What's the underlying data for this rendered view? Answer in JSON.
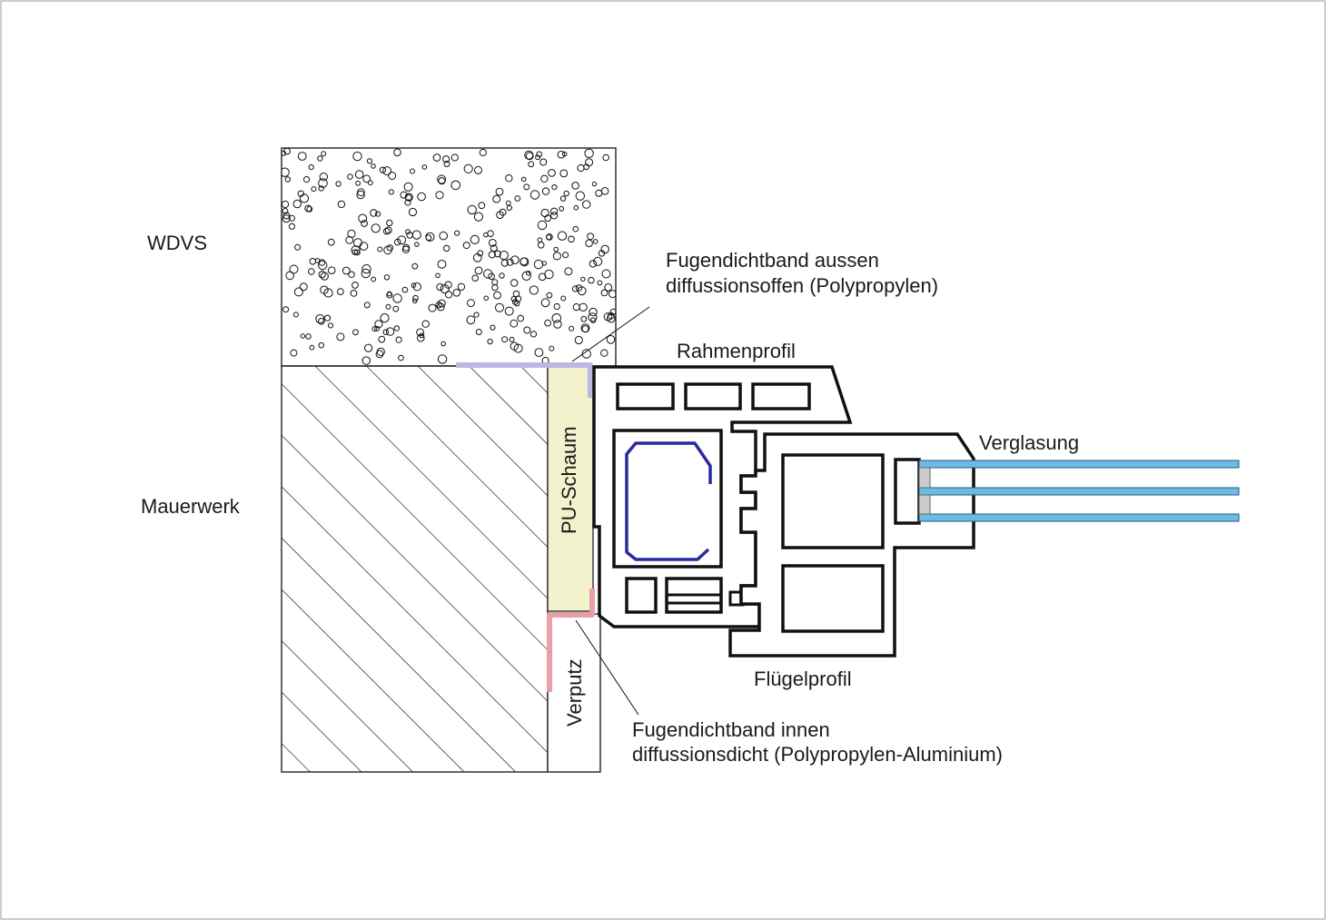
{
  "labels": {
    "wdvs": "WDVS",
    "mauerwerk": "Mauerwerk",
    "pu_schaum": "PU-Schaum",
    "verputz": "Verputz",
    "fugendichtband_aussen_1": "Fugendichtband aussen",
    "fugendichtband_aussen_2": "diffussionsoffen (Polypropylen)",
    "rahmenprofil": "Rahmenprofil",
    "verglasung": "Verglasung",
    "fluegelprofil": "Flügelprofil",
    "fugendichtband_innen_1": "Fugendichtband innen",
    "fugendichtband_innen_2": "diffussionsdicht (Polypropylen-Aluminium)"
  },
  "colors": {
    "outline": "#111111",
    "pu_foam": "#f2f2cc",
    "tape_outer": "#b8b8e0",
    "tape_inner": "#e8a0a8",
    "steel_reinforcement": "#2a2aa0",
    "glass": "#6bbbe6",
    "spacer": "#cccccc"
  }
}
